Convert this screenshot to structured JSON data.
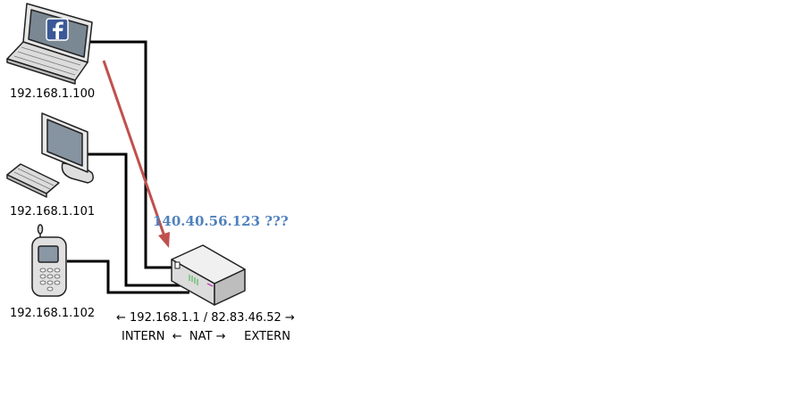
{
  "devices": {
    "laptop": {
      "ip": "192.168.1.100",
      "icon": "facebook-icon"
    },
    "desktop": {
      "ip": "192.168.1.101"
    },
    "phone": {
      "ip": "192.168.1.102"
    }
  },
  "router": {
    "addresses": "← 192.168.1.1 / 82.83.46.52 →",
    "nat_line": "INTERN  ←  NAT →     EXTERN"
  },
  "question_ip": "140.40.56.123 ???",
  "colors": {
    "arrow": "#c0504d",
    "question": "#4f81bd",
    "wire": "#000000",
    "facebook": "#3b5998"
  }
}
